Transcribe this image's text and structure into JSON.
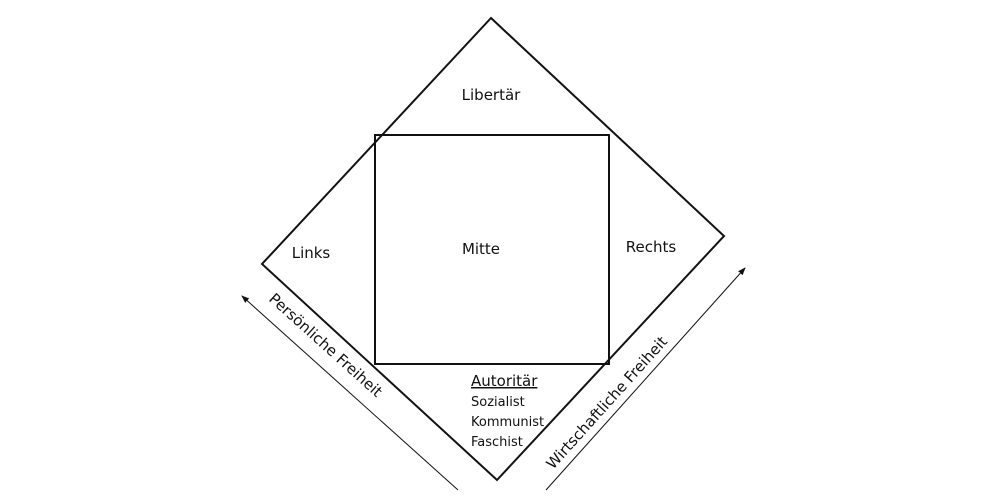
{
  "diagram": {
    "regions": {
      "top": "Libertär",
      "left": "Links",
      "center": "Mitte",
      "right": "Rechts",
      "bottom": "Autoritär"
    },
    "bottom_items": [
      "Sozialist",
      "Kommunist",
      "Faschist"
    ],
    "axes": {
      "left": "Persönliche Freiheit",
      "right": "Wirtschaftliche Freiheit"
    },
    "colors": {
      "line": "#111111",
      "background": "#ffffff"
    }
  }
}
